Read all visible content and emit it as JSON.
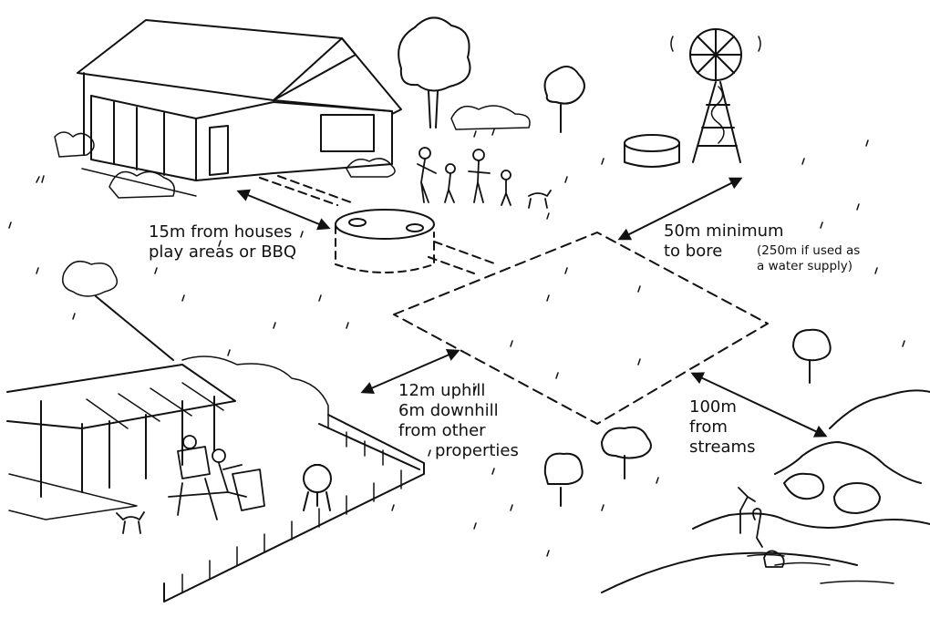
{
  "labels": {
    "houses": {
      "line1": "15m from houses",
      "line2": "play areas or BBQ"
    },
    "bore": {
      "line1": "50m minimum",
      "line2": "to bore"
    },
    "bore_note": {
      "line1": "(250m if used as",
      "line2": "a water supply)"
    },
    "properties": {
      "line1": "12m uphill",
      "line2": "6m downhill",
      "line3": "from other",
      "line4": "properties"
    },
    "streams": {
      "line1": "100m",
      "line2": "from",
      "line3": "streams"
    }
  },
  "colors": {
    "ink": "#111111",
    "paper": "#ffffff"
  }
}
